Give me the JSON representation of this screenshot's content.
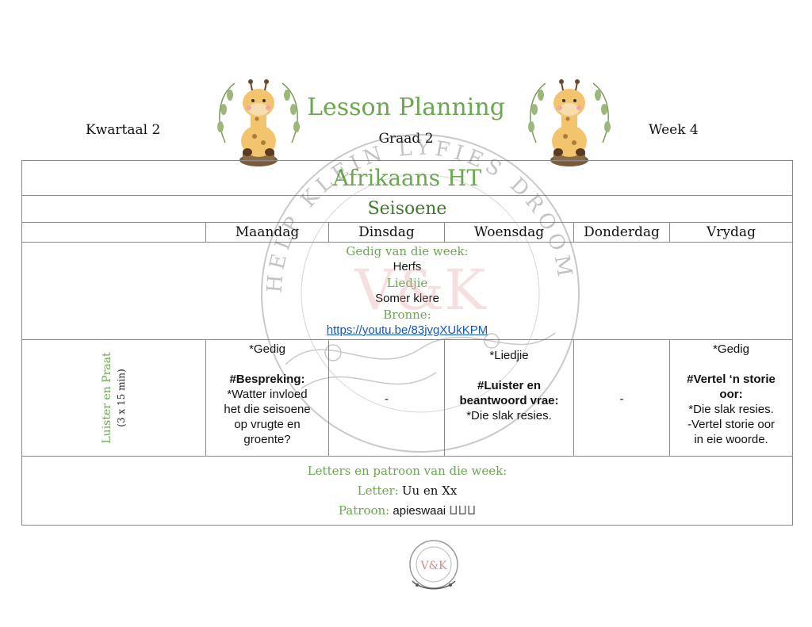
{
  "header": {
    "quarter": "Kwartaal 2",
    "title": "Lesson Planning",
    "grade": "Graad 2",
    "week": "Week 4"
  },
  "subject": "Afrikaans HT",
  "theme": "Seisoene",
  "days": [
    "Maandag",
    "Dinsdag",
    "Woensdag",
    "Donderdag",
    "Vrydag"
  ],
  "weekly": {
    "poem_label": "Gedig van die week:",
    "poem": "Herfs",
    "song_label": "Liedjie",
    "song": "Somer klere",
    "sources_label": "Bronne:",
    "link": "https://youtu.be/83jvgXUkKPM"
  },
  "listening": {
    "row_label": "Luister en Praat",
    "row_sub": "(3 x 15 min)",
    "mon": {
      "line1": "*Gedig",
      "heading": "#Bespreking:",
      "text1": "*Watter invloed",
      "text2": "het die seisoene",
      "text3": "op vrugte en",
      "text4": "groente?"
    },
    "tue": "-",
    "wed": {
      "line1": "*Liedjie",
      "heading1": "#Luister en",
      "heading2": "beantwoord vrae:",
      "text1": "*Die slak resies."
    },
    "thu": "-",
    "fri": {
      "line1": "*Gedig",
      "heading1": "#Vertel ‘n storie",
      "heading2": "oor:",
      "text1": "*Die slak resies.",
      "text2": "-Vertel storie oor",
      "text3": "in eie woorde."
    }
  },
  "letters": {
    "label": "Letters en patroon van die week:",
    "letter_label": "Letter:",
    "letter_value": "Uu en Xx",
    "pattern_label": "Patroon:",
    "pattern_value": "apieswaai",
    "pattern_sample": "ⵡⵡⵡ"
  },
  "watermark": {
    "ring_text": "HELP KLEIN LYFIES DROOM",
    "monogram": "V&K"
  },
  "colors": {
    "green": "#6aa84f",
    "dark_green": "#3d7a2a",
    "link": "#1155cc"
  }
}
